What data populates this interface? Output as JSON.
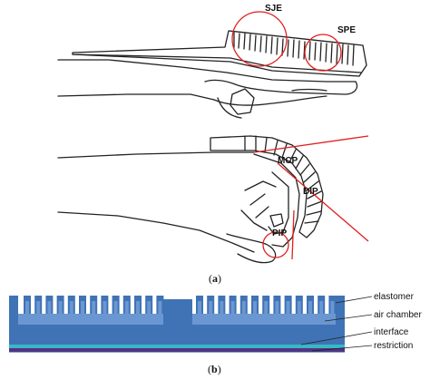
{
  "panel_a": {
    "caption_open": "(",
    "caption_letter": "a",
    "caption_close": ")",
    "labels": {
      "sje": "SJE",
      "spe": "SPE",
      "mcp": "MCP",
      "dip": "DIP",
      "pip": "PIP"
    }
  },
  "panel_b": {
    "caption_open": "(",
    "caption_letter": "b",
    "caption_close": ")",
    "labels": {
      "elastomer": "elastomer",
      "air_chamber": "air chamber",
      "interface": "interface",
      "restriction": "restriction"
    },
    "colors": {
      "elastomer": "#3f73b5",
      "air_chamber": "#6a97d2",
      "interface": "#38b8c4",
      "restriction": "#5a2f86",
      "annotation_red": "#e02020"
    }
  }
}
